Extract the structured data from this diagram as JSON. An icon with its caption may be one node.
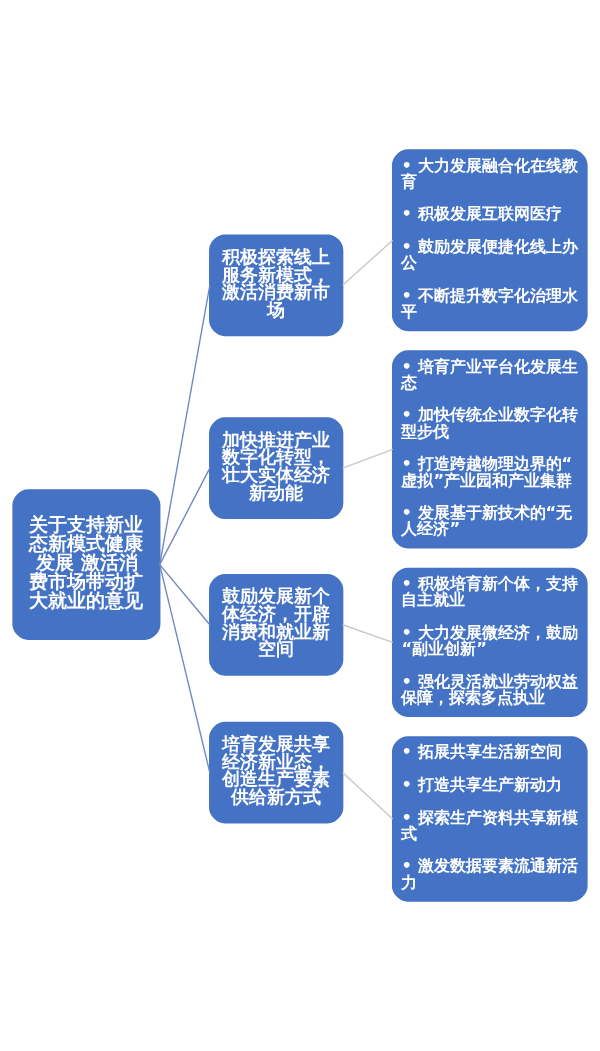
{
  "diagram": {
    "nodes": [
      {
        "text": [
          "关于支持新业态新模式健康发展 激活消费市场带动扩大就业的意见"
        ]
      },
      {
        "text": [
          "积极探索线上服务新模式，激活消费新市场"
        ]
      },
      {
        "text": [
          "• 大力发展融合化在线教育",
          "• 积极发展互联网医疗",
          "• 鼓励发展便捷化线上办公",
          "• 不断提升数字化治理水平"
        ]
      },
      {
        "text": [
          "加快推进产业数字化转型，壮大实体经济新动能"
        ]
      },
      {
        "text": [
          "• 培育产业平台化发展生态",
          "• 加快传统企业数字化转型步伐",
          "• 打造跨越物理边界的“虚拟”产业园和产业集群",
          "• 发展基于新技术的“无人经济”"
        ]
      },
      {
        "text": [
          "鼓励发展新个体经济，开辟消费和就业新空间"
        ]
      },
      {
        "text": [
          "• 积极培育新个体，支持自主就业",
          "• 大力发展微经济，鼓励“副业创新”",
          "• 强化灵活就业劳动权益保障，探索多点执业"
        ]
      },
      {
        "text": [
          "培育发展共享经济新业态，创造生产要素供给新方式"
        ]
      },
      {
        "text": [
          "• 拓展共享生活新空间",
          "• 打造共享生产新动力",
          "• 探索生产资料共享新模式",
          "• 激发数据要素流通新活力"
        ]
      }
    ],
    "edges": [
      {
        "from": 0,
        "to": 1,
        "arrow": "none"
      },
      {
        "from": 1,
        "to": 2,
        "arrow": "none",
        "color": "#c8c8c8"
      },
      {
        "from": 0,
        "to": 3,
        "arrow": "none"
      },
      {
        "from": 3,
        "to": 4,
        "arrow": "none",
        "color": "#c8c8c8"
      },
      {
        "from": 0,
        "to": 5,
        "arrow": "none"
      },
      {
        "from": 5,
        "to": 6,
        "arrow": "none",
        "color": "#c8c8c8"
      },
      {
        "from": 0,
        "to": 7,
        "arrow": "none"
      },
      {
        "from": 7,
        "to": 8,
        "arrow": "none",
        "color": "#c8c8c8"
      }
    ]
  }
}
